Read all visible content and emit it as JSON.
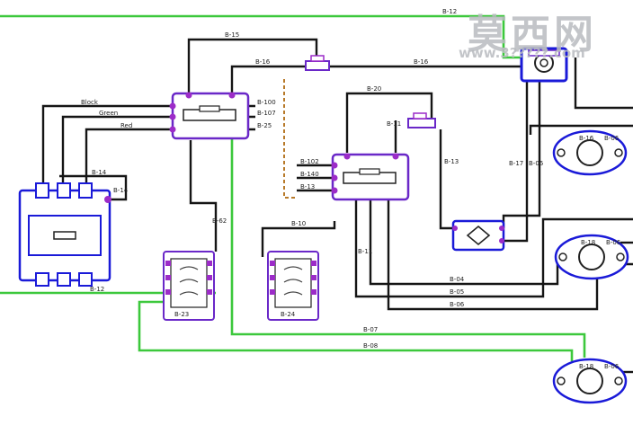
{
  "watermark": {
    "site_name": "莫西网",
    "url": "www.3?????.com"
  },
  "colors": {
    "wire_black": "#151515",
    "wire_green": "#3cc83c",
    "wire_blue": "#1a1ad8",
    "component_outline": "#6a28c8",
    "connector_pin": "#9c2cc8",
    "dashed_orange": "#b87a2a"
  },
  "wire_labels": {
    "top_green": "B-12",
    "top_left": "B-15",
    "top_mid": "B-16",
    "top_right": "B-16",
    "module_right_1": "B-100",
    "module_right_2": "B-107",
    "module_right_3": "B-25",
    "mid_top": "B-20",
    "mid_junction": "B-11",
    "mod2_left_1": "B-102",
    "mod2_left_2": "B-140",
    "mod2_left_3": "B-13",
    "mid_left_bottom": "B-10",
    "vertical_mid": "B-62",
    "vertical_right_1": "B-13",
    "vertical_right_2": "B-11",
    "left_block": "B-14",
    "ecu_right": "B-14",
    "wire_a": "Block",
    "wire_b": "Green",
    "wire_c": "Red",
    "green_bottom_left": "B-12",
    "lower_1": "B-04",
    "lower_2": "B-05",
    "lower_3": "B-06",
    "green_low_1": "B-07",
    "green_low_2": "B-08",
    "relay1": "B-23",
    "relay2": "B-24",
    "right_col_1": "B-17",
    "right_col_2": "B-06",
    "sensor_1": "B-16",
    "sensor_2": "B-18",
    "sensor_3": "B-18",
    "sensor_1_pin": "B-06",
    "sensor_2_pin": "B-06",
    "sensor_3_pin": "B-06"
  }
}
